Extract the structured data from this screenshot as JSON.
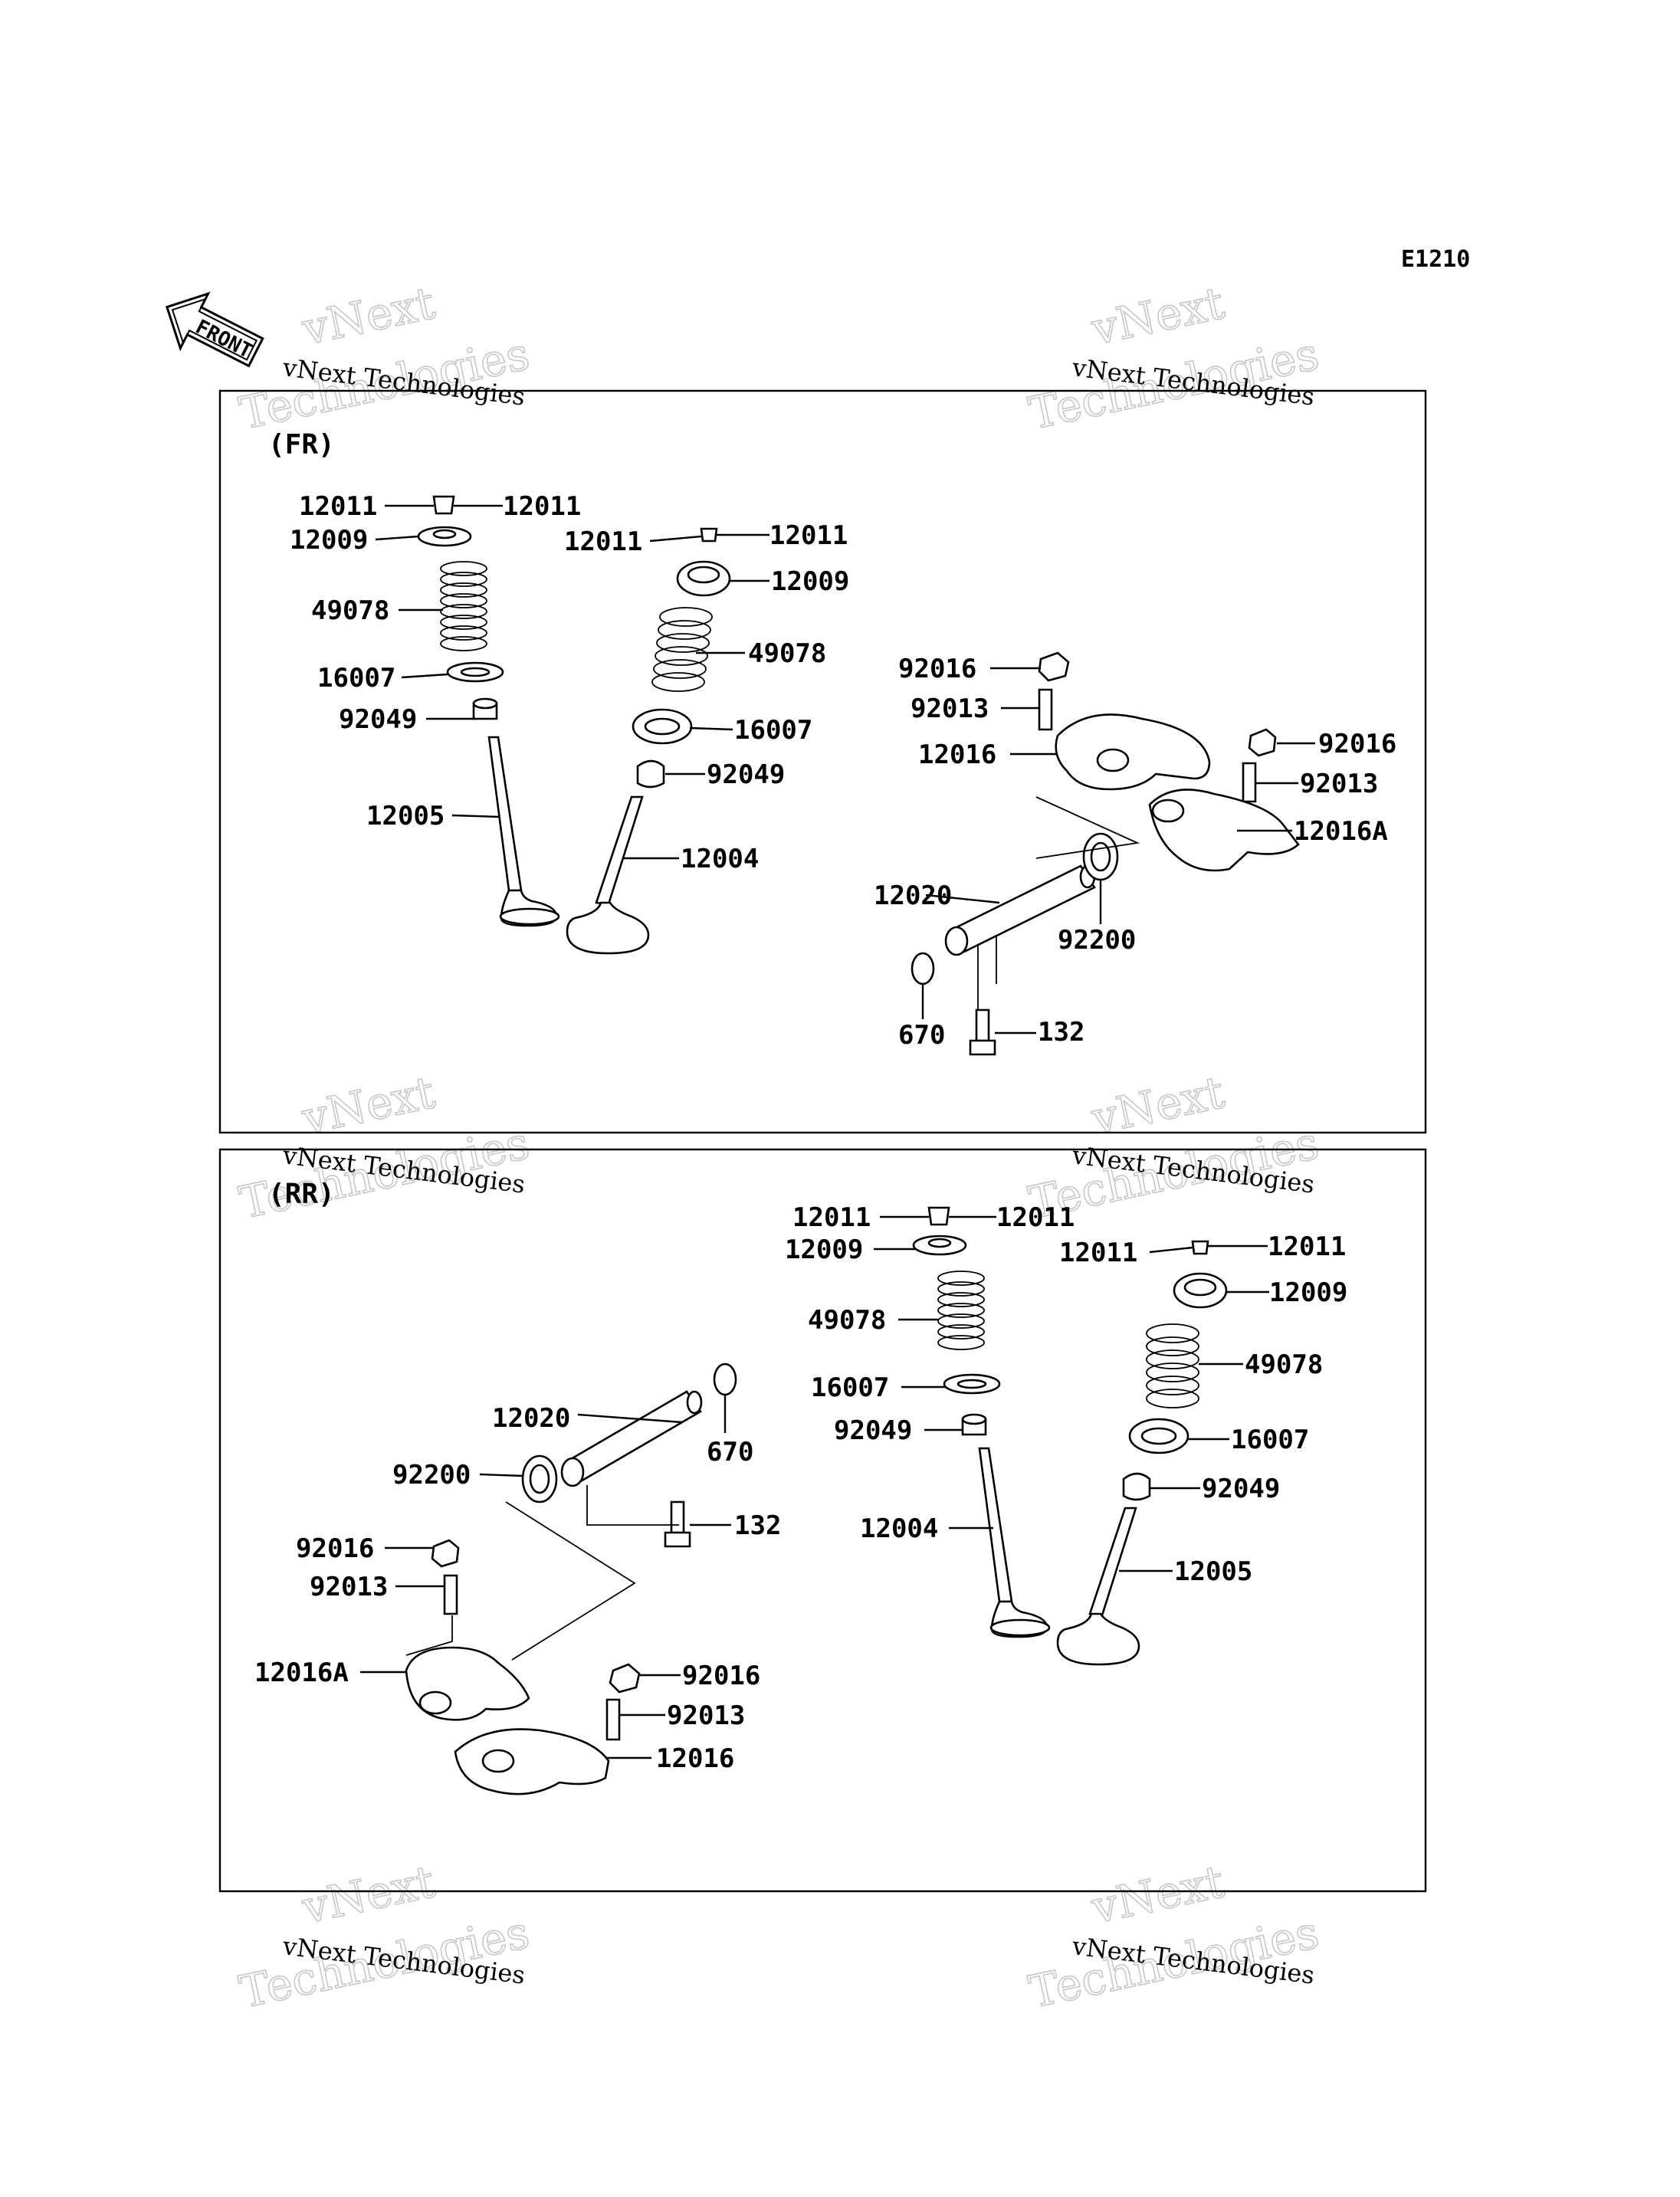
{
  "diagram_code": "E1210",
  "front_arrow_label": "FRONT",
  "watermark": {
    "line1": "vNext Technologies",
    "line2a": "vNext",
    "line2b": "Technologies"
  },
  "sections": {
    "fr": {
      "title": "(FR)"
    },
    "rr": {
      "title": "(RR)"
    }
  },
  "fr_labels": {
    "retainer_l": "12011",
    "retainer_r": "12011",
    "retainer2_l": "12011",
    "retainer2_r": "12011",
    "spring_seat_a": "12009",
    "spring_seat_b": "12009",
    "spring_a": "49078",
    "spring_b": "49078",
    "washer_a": "16007",
    "washer_b": "16007",
    "seal_a": "92049",
    "seal_b": "92049",
    "valve_exhaust": "12005",
    "valve_intake": "12004",
    "nut_a": "92016",
    "nut_b": "92016",
    "screw_a": "92013",
    "screw_b": "92013",
    "rocker_a": "12016",
    "rocker_b": "12016A",
    "shaft": "12020",
    "ring_washer": "92200",
    "oring": "670",
    "bolt": "132"
  },
  "rr_labels": {
    "retainer_l": "12011",
    "retainer_r": "12011",
    "retainer2_l": "12011",
    "retainer2_r": "12011",
    "spring_seat_a": "12009",
    "spring_seat_b": "12009",
    "spring_a": "49078",
    "spring_b": "49078",
    "washer_a": "16007",
    "washer_b": "16007",
    "seal_a": "92049",
    "seal_b": "92049",
    "valve_intake": "12004",
    "valve_exhaust": "12005",
    "shaft": "12020",
    "oring": "670",
    "ring_washer": "92200",
    "bolt": "132",
    "nut_a": "92016",
    "screw_a": "92013",
    "rocker_a": "12016A",
    "nut_b": "92016",
    "screw_b": "92013",
    "rocker_b": "12016"
  }
}
